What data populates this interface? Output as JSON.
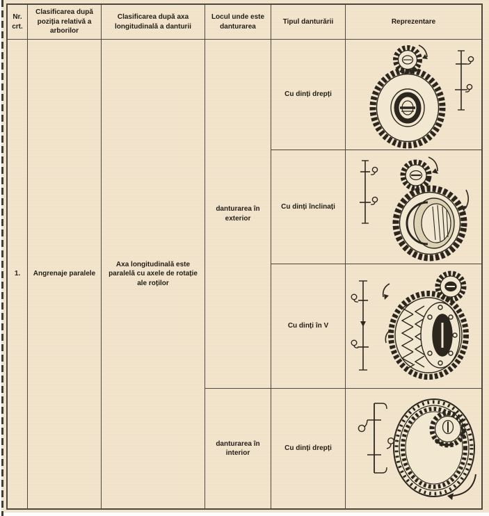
{
  "colors": {
    "paper": "#f2e7d0",
    "line": "#4c463c",
    "ink": "#221d15"
  },
  "table": {
    "headers": {
      "nr": "Nr. crt.",
      "pozitia": "Clasificarea după poziția relativă a arborilor",
      "axa": "Clasificarea după axa longitudinală a danturii",
      "loc": "Locul unde este danturarea",
      "tip": "Tipul danturării",
      "reprezentare": "Reprezentare"
    },
    "group": {
      "nr": "1.",
      "pozitia": "Angrenaje paralele",
      "axa": "Axa longitudinală este paralelă cu axele de rotație ale roților",
      "loc_exterior": "danturarea în exterior",
      "loc_interior": "danturarea în interior"
    },
    "rows": [
      {
        "tip": "Cu dinți drepți",
        "illustration": "external-spur-gear-pair"
      },
      {
        "tip": "Cu dinți înclinați",
        "illustration": "external-helical-gear-pair"
      },
      {
        "tip": "Cu dinți în V",
        "illustration": "external-herringbone-gear-pair"
      },
      {
        "tip": "Cu dinți drepți",
        "illustration": "internal-spur-gear-pair"
      }
    ]
  }
}
